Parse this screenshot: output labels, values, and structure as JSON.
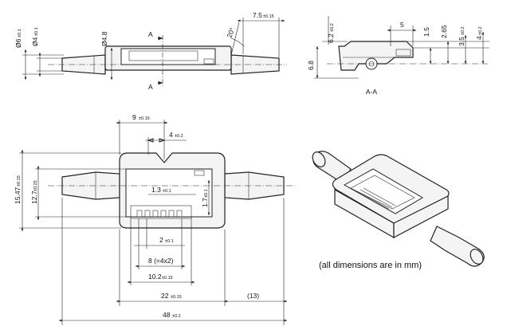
{
  "top_view": {
    "d_outer": "Ø6",
    "d_outer_tol": "±0.1",
    "d_inner": "Ø4",
    "d_inner_tol": "±0.1",
    "d_center": "Ø4.8",
    "section_mark": "A",
    "angle": "20°",
    "tube_len": "7.5",
    "tube_len_tol": "±0.15"
  },
  "section_view": {
    "h1": "6.2",
    "h1_tol": "±0.2",
    "h2": "6.8",
    "w1": "5",
    "v1": "1.5",
    "v2": "2.65",
    "v3": "3.5",
    "v3_tol": "±0.2",
    "v4": "4",
    "v4_tol": "±0.2",
    "label": "A-A"
  },
  "front_view": {
    "d9": "9",
    "d9_tol": "±0.15",
    "d4": "4",
    "d4_tol": "±0.2",
    "h15": "15.47",
    "h15_tol": "±0.15",
    "h12": "12.7",
    "h12_tol": "±0.25",
    "d13": "1.3",
    "d13_tol": "±0.1",
    "d17": "1.7",
    "d17_tol": "±0.1",
    "d2": "2",
    "d2_tol": "±0.1",
    "d8": "8 (=4x2)",
    "d102": "10.2",
    "d102_tol": "±0.15",
    "d22": "22",
    "d22_tol": "±0.15",
    "d13ref": "(13)",
    "d48": "48",
    "d48_tol": "±0.2"
  },
  "note": "(all dimensions are in mm)"
}
